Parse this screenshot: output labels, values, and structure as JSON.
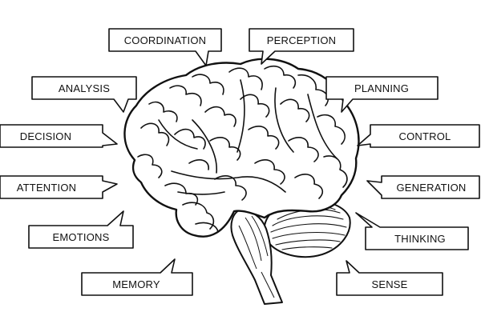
{
  "labels": {
    "coordination": "COORDINATION",
    "perception": "PERCEPTION",
    "analysis": "ANALYSIS",
    "planning": "PLANNING",
    "decision": "DECISION",
    "control": "CONTROL",
    "attention": "ATTENTION",
    "generation": "GENERATION",
    "emotions": "EMOTIONS",
    "thinking": "THINKING",
    "memory": "MEMORY",
    "sense": "SENSE"
  }
}
